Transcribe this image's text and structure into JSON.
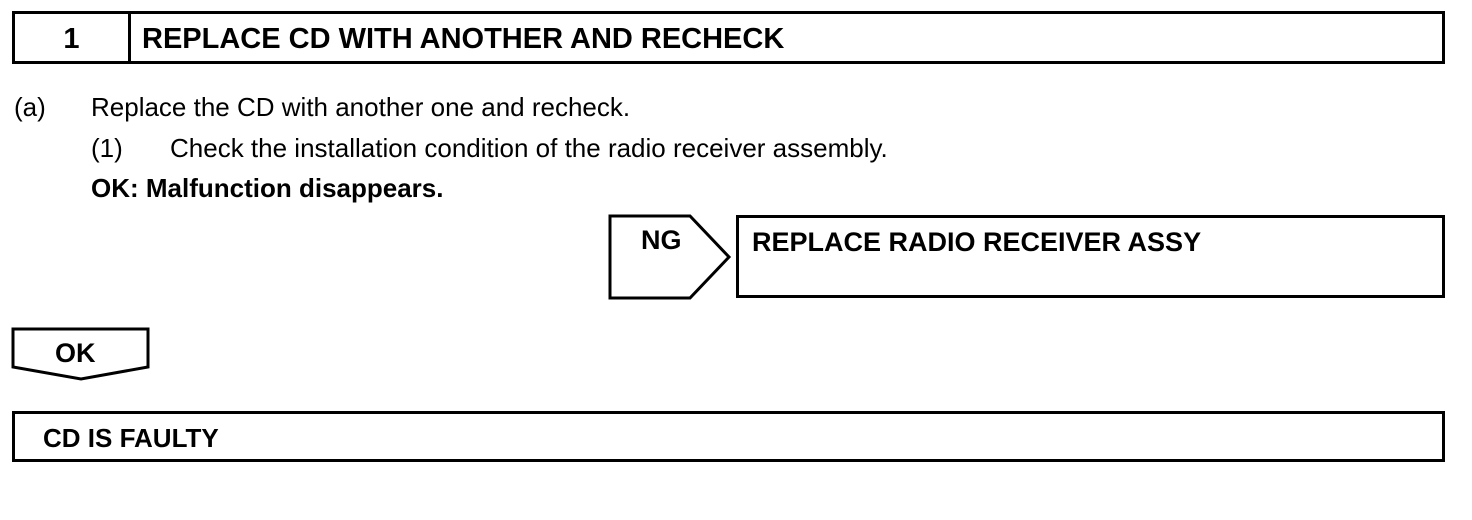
{
  "step": {
    "number": "1",
    "title": "REPLACE CD WITH ANOTHER AND RECHECK"
  },
  "instruction": {
    "marker": "(a)",
    "text": "Replace the CD with another one and recheck.",
    "sub_marker": "(1)",
    "sub_text": "Check the installation condition of the radio receiver assembly.",
    "ok_condition": "OK: Malfunction disappears."
  },
  "ng_branch": {
    "label": "NG",
    "result": "REPLACE RADIO RECEIVER ASSY"
  },
  "ok_branch": {
    "label": "OK",
    "result": "CD IS FAULTY"
  }
}
